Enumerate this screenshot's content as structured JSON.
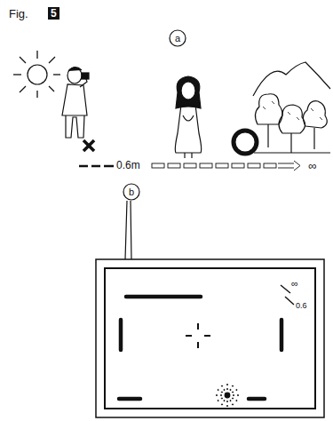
{
  "diagram": {
    "labels": [
      "Fig.",
      "5",
      "a",
      "0.6m",
      "∞",
      "b",
      "∞",
      "0.6"
    ]
  }
}
